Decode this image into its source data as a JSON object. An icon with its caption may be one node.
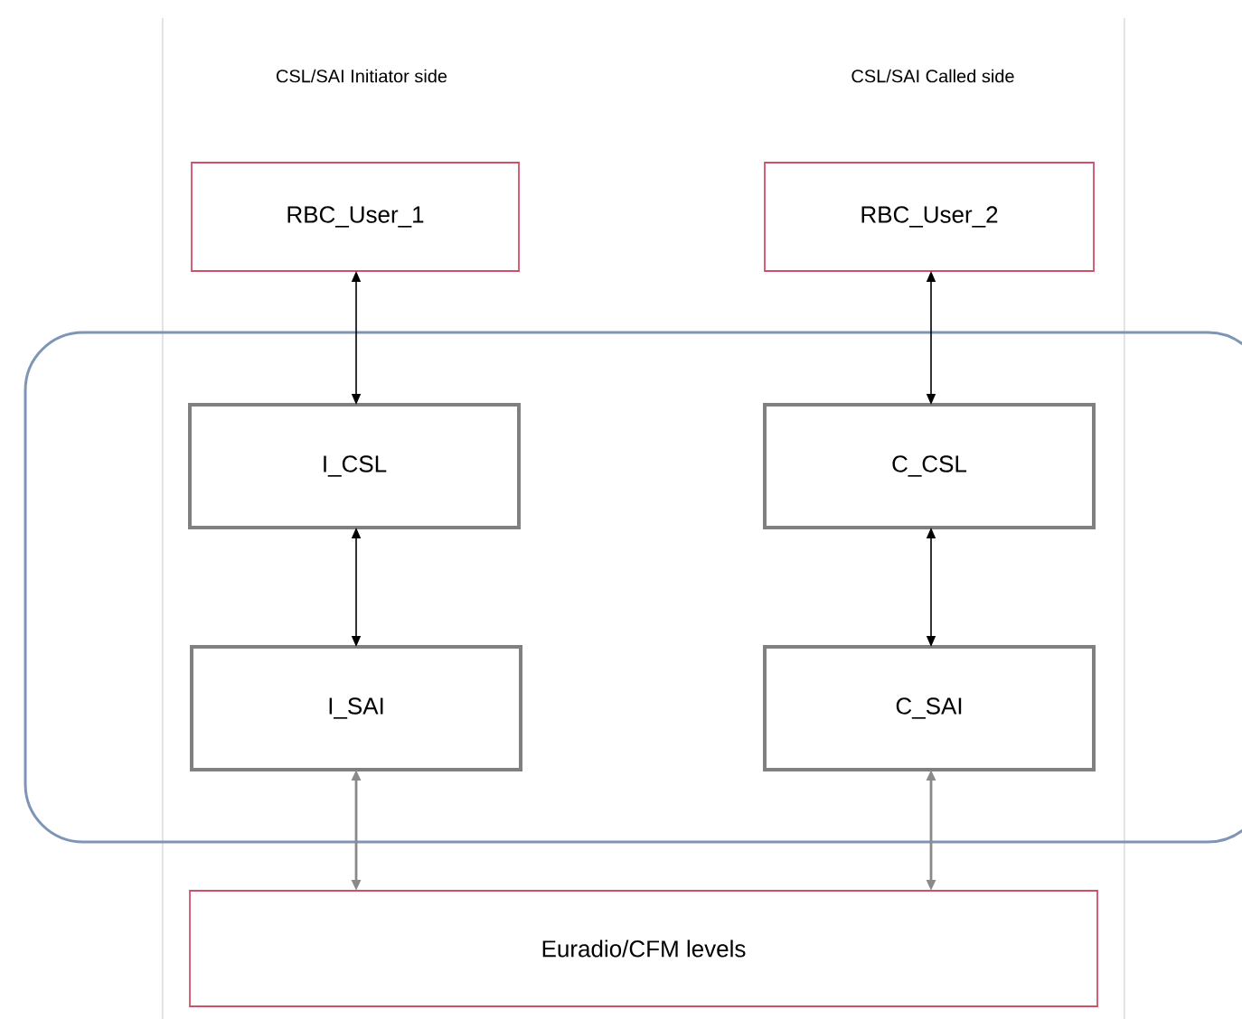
{
  "diagram": {
    "nodes": [
      {
        "text": [
          "RBC_User_1"
        ]
      },
      {
        "text": [
          "RBC_User_2"
        ]
      },
      {
        "text": [],
        "shape": "box"
      },
      {
        "text": [
          "I_CSL"
        ],
        "in": 2
      },
      {
        "text": [
          "C_CSL"
        ],
        "in": 2
      },
      {
        "text": [
          "I_SAI"
        ],
        "in": 2
      },
      {
        "text": [
          "C_SAI"
        ],
        "in": 2
      },
      {
        "text": [
          "Euradio/CFM  levels"
        ]
      }
    ],
    "edges": [
      {
        "from": 0,
        "to": 3,
        "arrow": "both"
      },
      {
        "from": 1,
        "to": 4,
        "arrow": "both"
      },
      {
        "from": 3,
        "to": 5,
        "arrow": "both"
      },
      {
        "from": 4,
        "to": 6,
        "arrow": "both"
      },
      {
        "from": 5,
        "to": 7,
        "arrow": "both",
        "color": "#8a8a8a"
      },
      {
        "from": 6,
        "to": 7,
        "arrow": "both",
        "color": "#8a8a8a"
      }
    ],
    "labels": [
      "CSL/SAI Initiator side",
      "CSL/SAI Called side"
    ]
  }
}
